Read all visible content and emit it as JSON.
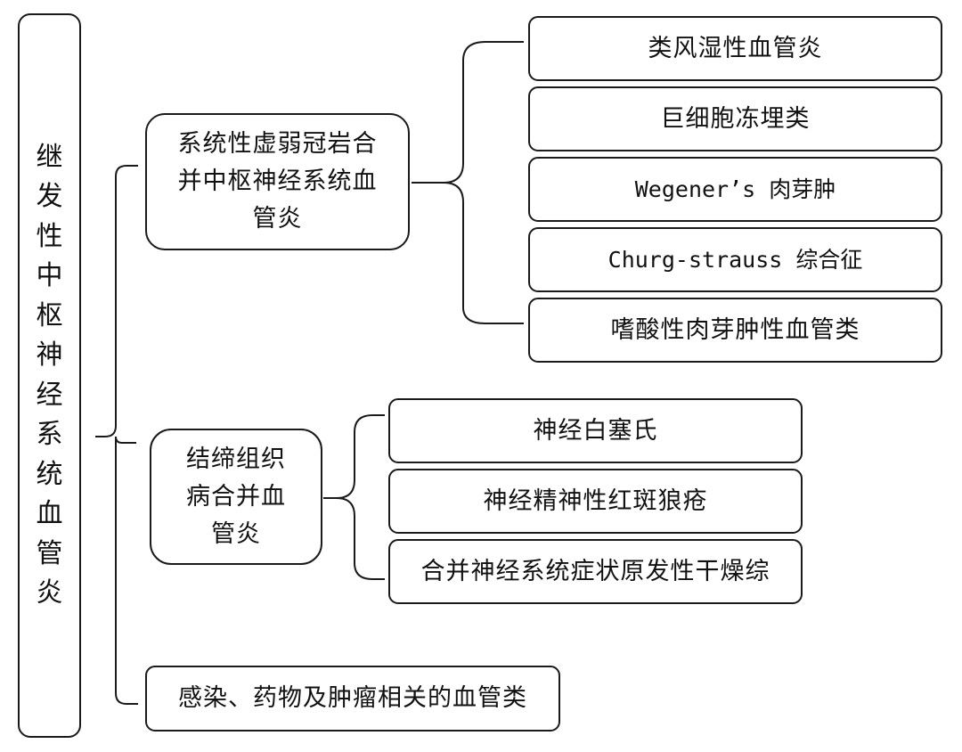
{
  "root": {
    "label": "继发性中枢神经系统血管炎"
  },
  "groups": [
    {
      "label": "系统性虚弱冠岩合\n并中枢神经系统血\n管炎",
      "children": [
        "类风湿性血管炎",
        "巨细胞冻埋类",
        "Wegener’s 肉芽肿",
        "Churg-strauss 综合征",
        "嗜酸性肉芽肿性血管类"
      ]
    },
    {
      "label": "结缔组织\n病合并血\n管炎",
      "children": [
        "神经白塞氏",
        "神经精神性红斑狼疮",
        "合并神经系统症状原发性干燥综"
      ]
    },
    {
      "label": "感染、药物及肿瘤相关的血管类",
      "children": []
    }
  ]
}
